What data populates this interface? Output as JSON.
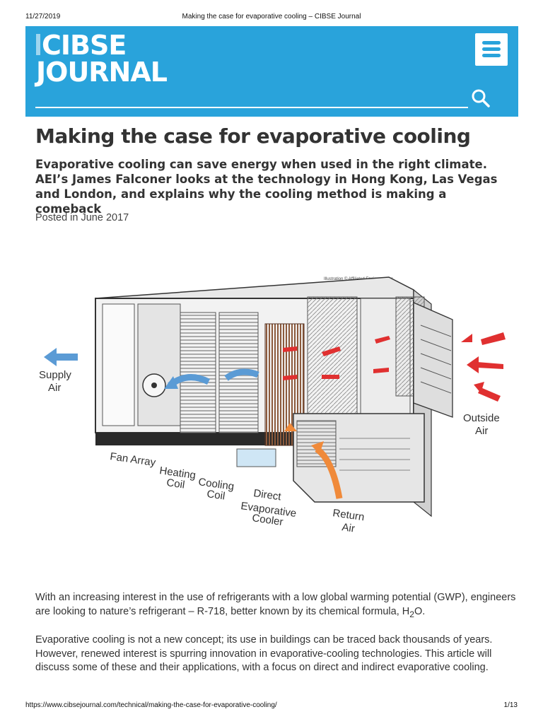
{
  "print_header": {
    "date": "11/27/2019",
    "title": "Making the case for evaporative cooling – CIBSE Journal"
  },
  "site": {
    "logo_line1": "CIBSE",
    "logo_line2": "JOURNAL",
    "brand_color": "#29a3db",
    "menu_icon": "hamburger-menu-icon",
    "search_icon": "search-icon"
  },
  "article": {
    "title": "Making the case for evaporative cooling",
    "standfirst": "Evaporative cooling can save energy when used in the right climate. AEI’s James Falconer looks at the technology in Hong Kong, Las Vegas and London, and explains why the cooling method is making a comeback",
    "posted": "Posted in June 2017",
    "paragraph1_pre": "With an increasing interest in the use of refrigerants with a low global warming potential (GWP), engineers are looking to nature’s refrigerant – R-718, better known by its chemical formula, H",
    "paragraph1_sub": "2",
    "paragraph1_post": "O.",
    "paragraph2": "Evaporative cooling is not a new concept; its use in buildings can be traced back thousands of years. However, renewed interest is spurring innovation in evaporative-cooling technologies. This article will discuss some of these and their applications, with a focus on direct and indirect evaporative cooling."
  },
  "figure": {
    "credit": "Illustration © Affiliated Engineers, Inc.",
    "labels": {
      "supply_air_1": "Supply",
      "supply_air_2": "Air",
      "fan_array": "Fan Array",
      "heating_coil_1": "Heating",
      "heating_coil_2": "Coil",
      "cooling_coil_1": "Cooling",
      "cooling_coil_2": "Coil",
      "direct_1": "Direct",
      "direct_2": "Evaporative",
      "direct_3": "Cooler",
      "return_air_1": "Return",
      "return_air_2": "Air",
      "outside_air_1": "Outside",
      "outside_air_2": "Air"
    }
  },
  "print_footer": {
    "url": "https://www.cibsejournal.com/technical/making-the-case-for-evaporative-cooling/",
    "page": "1/13"
  }
}
